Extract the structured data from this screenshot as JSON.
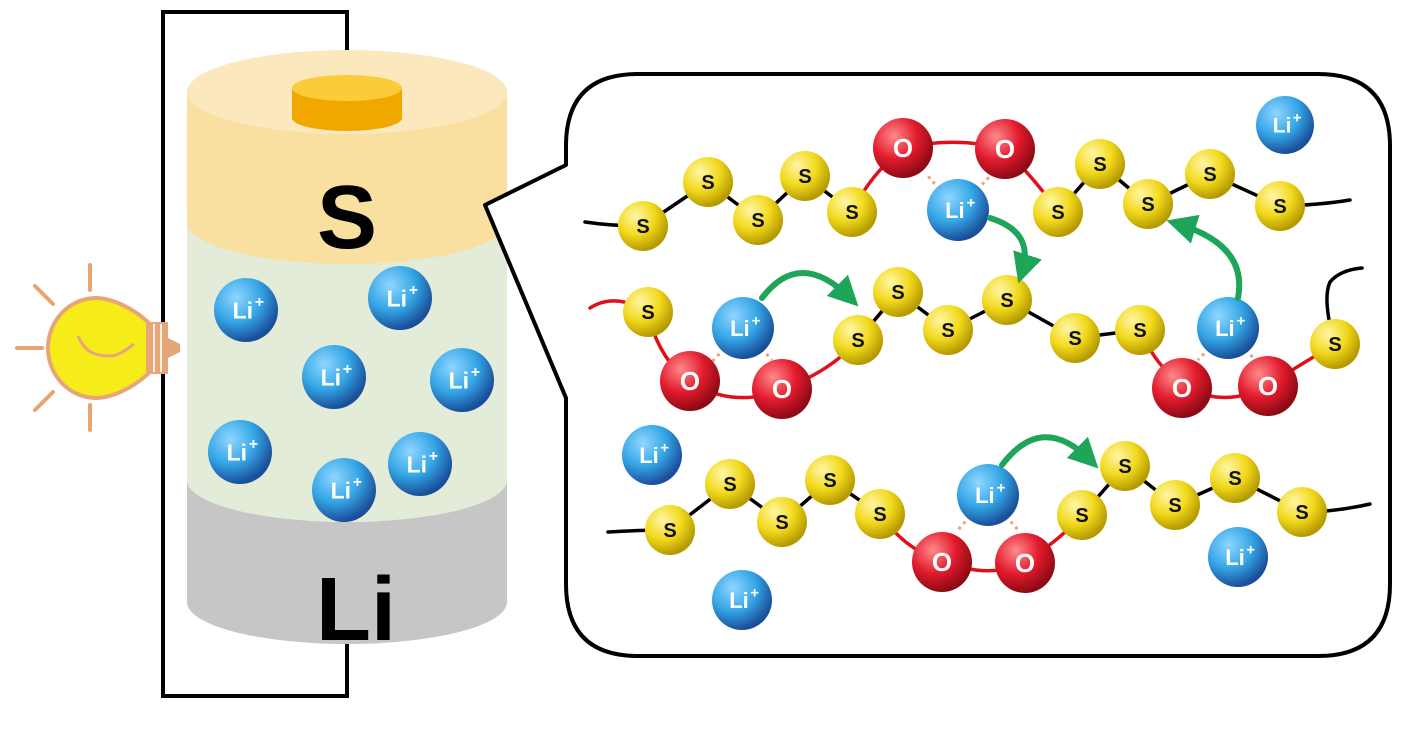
{
  "battery": {
    "cathode_label": "S",
    "anode_label": "Li",
    "ion_label": "Li",
    "ion_charge": "+"
  },
  "atoms": {
    "sulfur_symbol": "S",
    "oxygen_symbol": "O",
    "lithium_symbol": "Li",
    "lithium_charge": "+"
  },
  "colors": {
    "cathode_top": "#fbe9bd",
    "cathode_body": "#f9e0a0",
    "electrolyte": "#e2ecd8",
    "anode": "#c6c6c6",
    "terminal": "#f7b500",
    "sulfur": "#f2d91c",
    "oxygen": "#e21b2d",
    "lithium": "#35a6e6",
    "oxygen_link": "#e0101a",
    "hop_arrow": "#1ea55a",
    "bulb": "#f5ec1a",
    "bulb_rays": "#e8a571"
  },
  "icons": {
    "light_bulb": "light-bulb-icon",
    "hop_arrow": "curved-arrow-icon"
  }
}
